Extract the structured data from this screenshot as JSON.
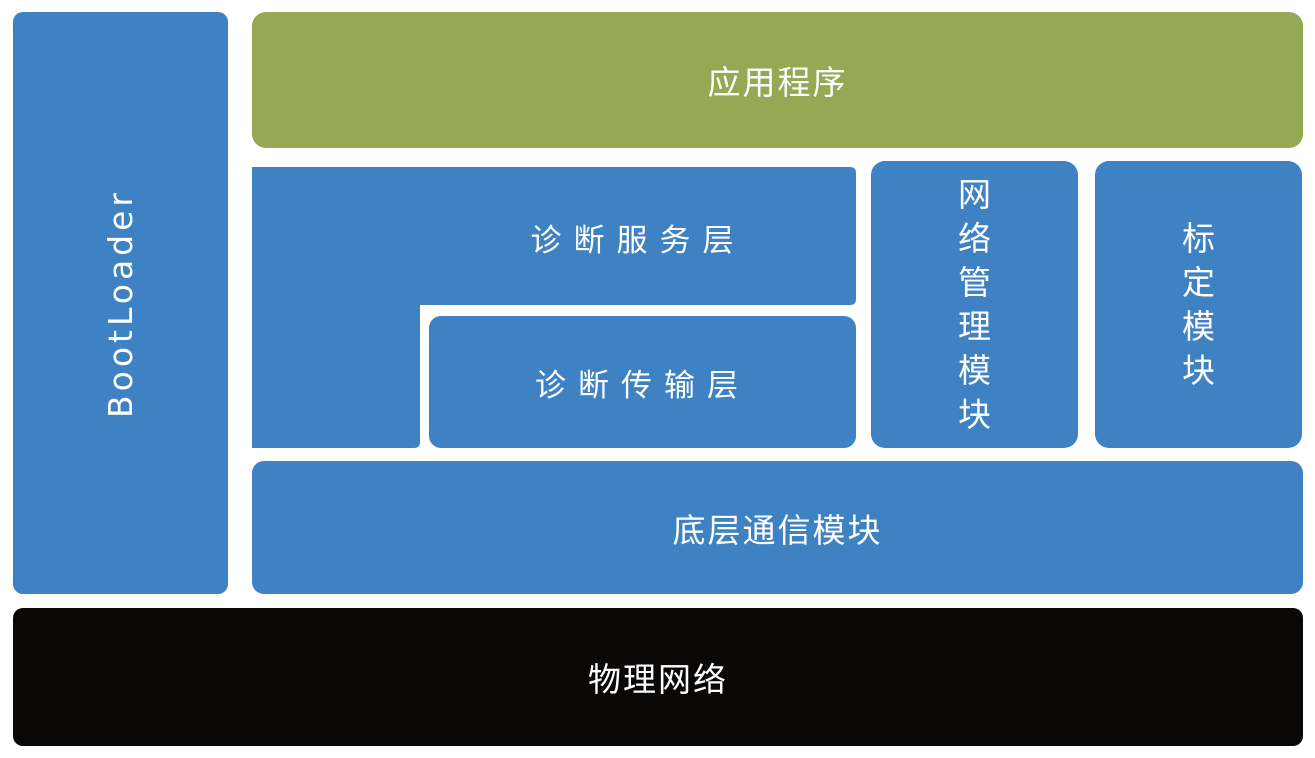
{
  "colors": {
    "blue": "#3f82c4",
    "green": "#95a854",
    "black": "#0a0707",
    "text": "#ffffff"
  },
  "bootloader": {
    "label": "BootLoader"
  },
  "application": {
    "label": "应用程序"
  },
  "diagnostic_service_layer": {
    "label": "诊断服务层"
  },
  "diagnostic_transport_layer": {
    "label": "诊断传输层"
  },
  "network_management_module": {
    "chars": [
      "网",
      "络",
      "管",
      "理",
      "模",
      "块"
    ]
  },
  "calibration_module": {
    "chars": [
      "标",
      "定",
      "模",
      "块"
    ]
  },
  "communication_module": {
    "label": "底层通信模块"
  },
  "physical_network": {
    "label": "物理网络"
  }
}
